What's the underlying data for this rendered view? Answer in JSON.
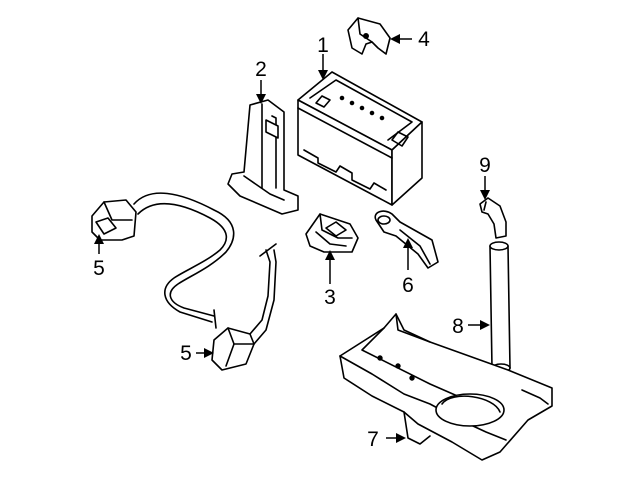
{
  "callouts": [
    {
      "id": "1",
      "label": "1"
    },
    {
      "id": "2",
      "label": "2"
    },
    {
      "id": "3",
      "label": "3"
    },
    {
      "id": "4",
      "label": "4"
    },
    {
      "id": "5a",
      "label": "5"
    },
    {
      "id": "5b",
      "label": "5"
    },
    {
      "id": "6",
      "label": "6"
    },
    {
      "id": "7",
      "label": "7"
    },
    {
      "id": "8",
      "label": "8"
    },
    {
      "id": "9",
      "label": "9"
    }
  ]
}
